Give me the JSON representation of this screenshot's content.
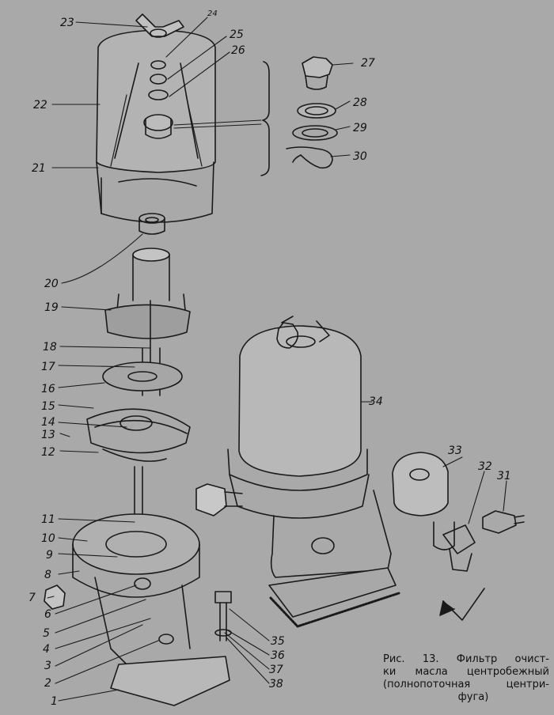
{
  "figure": {
    "caption_lines": [
      "Рис. 13. Фильтр очист-",
      "ки масла центробежный",
      "(полнопоточная центри-",
      "фуга)"
    ],
    "part_labels": [
      "1",
      "2",
      "3",
      "4",
      "5",
      "6",
      "7",
      "8",
      "9",
      "10",
      "11",
      "12",
      "13",
      "14",
      "15",
      "16",
      "17",
      "18",
      "19",
      "20",
      "21",
      "22",
      "23",
      "24",
      "25",
      "26",
      "27",
      "28",
      "29",
      "30",
      "31",
      "32",
      "33",
      "34",
      "35",
      "36",
      "37",
      "38"
    ]
  }
}
